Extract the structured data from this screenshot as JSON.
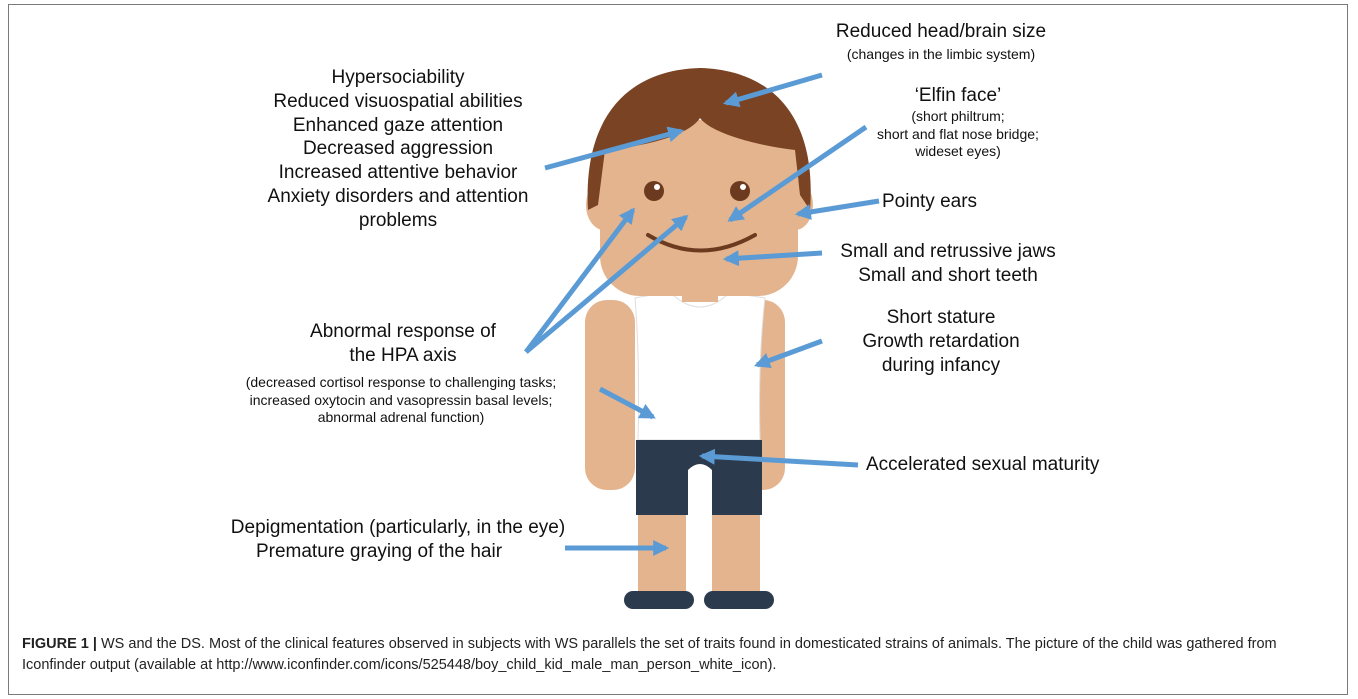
{
  "annotations": {
    "behavior": [
      "Hypersociability",
      "Reduced visuospatial abilities",
      "Enhanced gaze attention",
      "Decreased aggression",
      "Increased attentive behavior",
      "Anxiety disorders and attention",
      "problems"
    ],
    "hpa_title": [
      "Abnormal response of",
      "the HPA axis"
    ],
    "hpa_detail": [
      "(decreased cortisol response to challenging tasks;",
      "increased oxytocin and vasopressin basal levels;",
      "abnormal adrenal function)"
    ],
    "depigmentation": [
      "Depigmentation (particularly, in the eye)",
      "Premature graying of the hair"
    ],
    "head_title": "Reduced head/brain size",
    "head_detail": "(changes in the limbic system)",
    "elfin_title": "‘Elfin face’",
    "elfin_detail": [
      "(short philtrum;",
      "short and flat nose bridge;",
      "wideset eyes)"
    ],
    "ears": "Pointy ears",
    "jaws": [
      "Small and retrussive jaws",
      "Small and short teeth"
    ],
    "stature": [
      "Short stature",
      "Growth retardation",
      "during infancy"
    ],
    "sexual": "Accelerated sexual maturity"
  },
  "caption": {
    "label": "FIGURE 1 |",
    "text": " WS and the DS. Most of the clinical features observed in subjects with WS parallels the set of traits found in domesticated strains of animals. The picture of the child was gathered from Iconfinder output (available at http://www.iconfinder.com/icons/525448/boy_child_kid_male_man_person_white_icon)."
  },
  "colors": {
    "arrow": "#5b9bd5",
    "hair": "#7a4424",
    "skin": "#e4b48f",
    "shirt": "#ffffff",
    "shorts": "#2c3a4e",
    "eye": "#6b3a1f"
  }
}
